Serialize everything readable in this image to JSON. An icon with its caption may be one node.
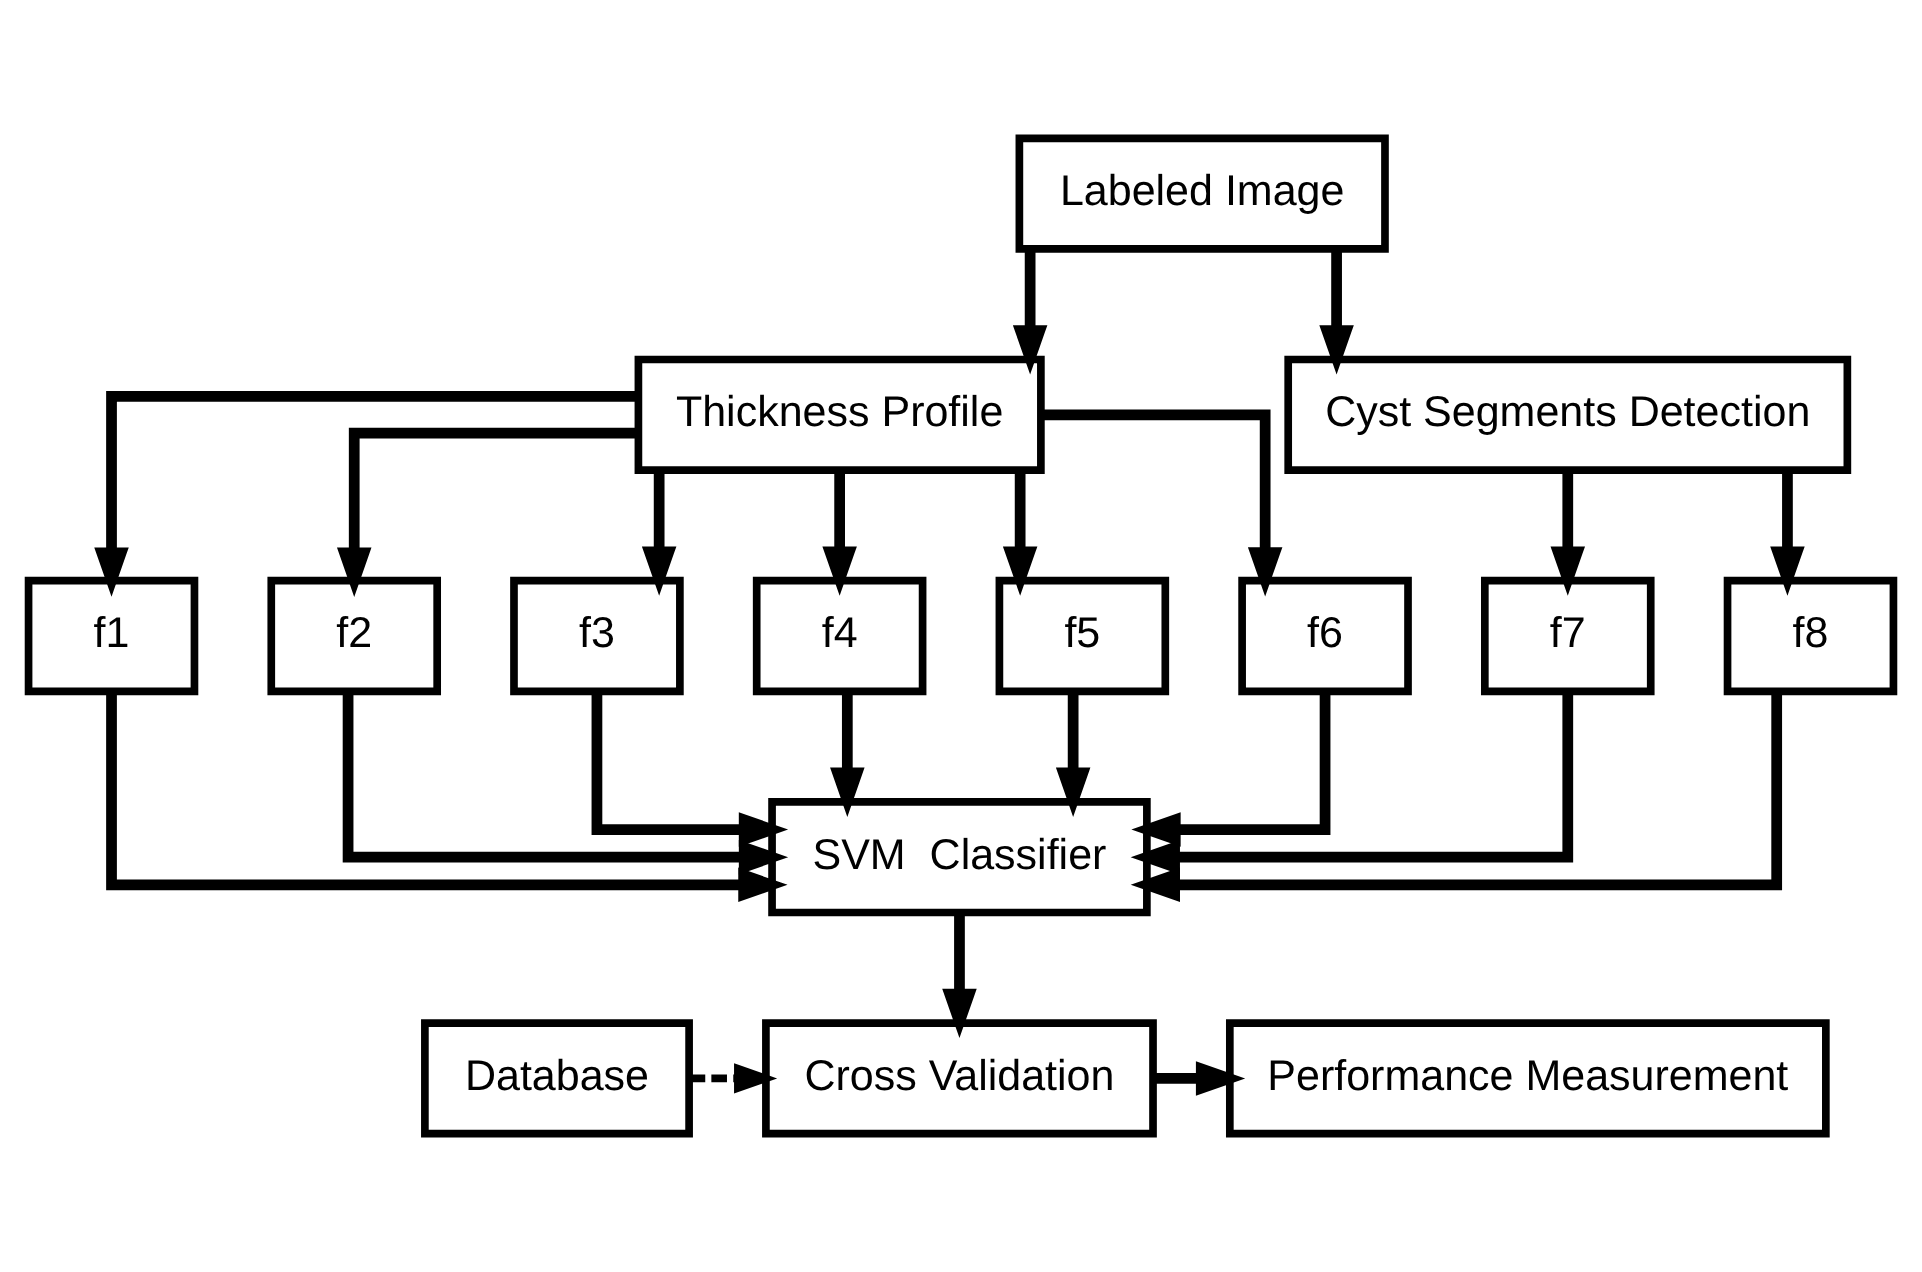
{
  "diagram": {
    "nodes": [
      {
        "text": [
          "Labeled Image"
        ]
      },
      {
        "text": [
          "Thickness Profile"
        ]
      },
      {
        "text": [
          "Cyst Segments Detection"
        ]
      },
      {
        "text": [
          "f1"
        ]
      },
      {
        "text": [
          "f2"
        ]
      },
      {
        "text": [
          "f3"
        ]
      },
      {
        "text": [
          "f4"
        ]
      },
      {
        "text": [
          "f5"
        ]
      },
      {
        "text": [
          "f6"
        ]
      },
      {
        "text": [
          "f7"
        ]
      },
      {
        "text": [
          "f8"
        ]
      },
      {
        "text": [
          "SVM  Classifier"
        ]
      },
      {
        "text": [
          "Database"
        ]
      },
      {
        "text": [
          "Cross Validation"
        ]
      },
      {
        "text": [
          "Performance Measurement"
        ]
      }
    ],
    "edges": [
      {
        "from": 0,
        "to": 1,
        "arrow": "to"
      },
      {
        "from": 0,
        "to": 2,
        "arrow": "to"
      },
      {
        "from": 1,
        "to": 3,
        "arrow": "to"
      },
      {
        "from": 1,
        "to": 4,
        "arrow": "to"
      },
      {
        "from": 1,
        "to": 5,
        "arrow": "to"
      },
      {
        "from": 1,
        "to": 6,
        "arrow": "to"
      },
      {
        "from": 1,
        "to": 7,
        "arrow": "to"
      },
      {
        "from": 1,
        "to": 8,
        "arrow": "to"
      },
      {
        "from": 2,
        "to": 9,
        "arrow": "to"
      },
      {
        "from": 2,
        "to": 10,
        "arrow": "to"
      },
      {
        "from": 3,
        "to": 11,
        "arrow": "to"
      },
      {
        "from": 4,
        "to": 11,
        "arrow": "to"
      },
      {
        "from": 5,
        "to": 11,
        "arrow": "to"
      },
      {
        "from": 6,
        "to": 11,
        "arrow": "to"
      },
      {
        "from": 7,
        "to": 11,
        "arrow": "to"
      },
      {
        "from": 8,
        "to": 11,
        "arrow": "to"
      },
      {
        "from": 9,
        "to": 11,
        "arrow": "to"
      },
      {
        "from": 10,
        "to": 11,
        "arrow": "to"
      },
      {
        "from": 11,
        "to": 13,
        "arrow": "to"
      },
      {
        "from": 12,
        "to": 13,
        "arrow": "to",
        "style": "dashed"
      },
      {
        "from": 13,
        "to": 14,
        "arrow": "to"
      }
    ]
  }
}
